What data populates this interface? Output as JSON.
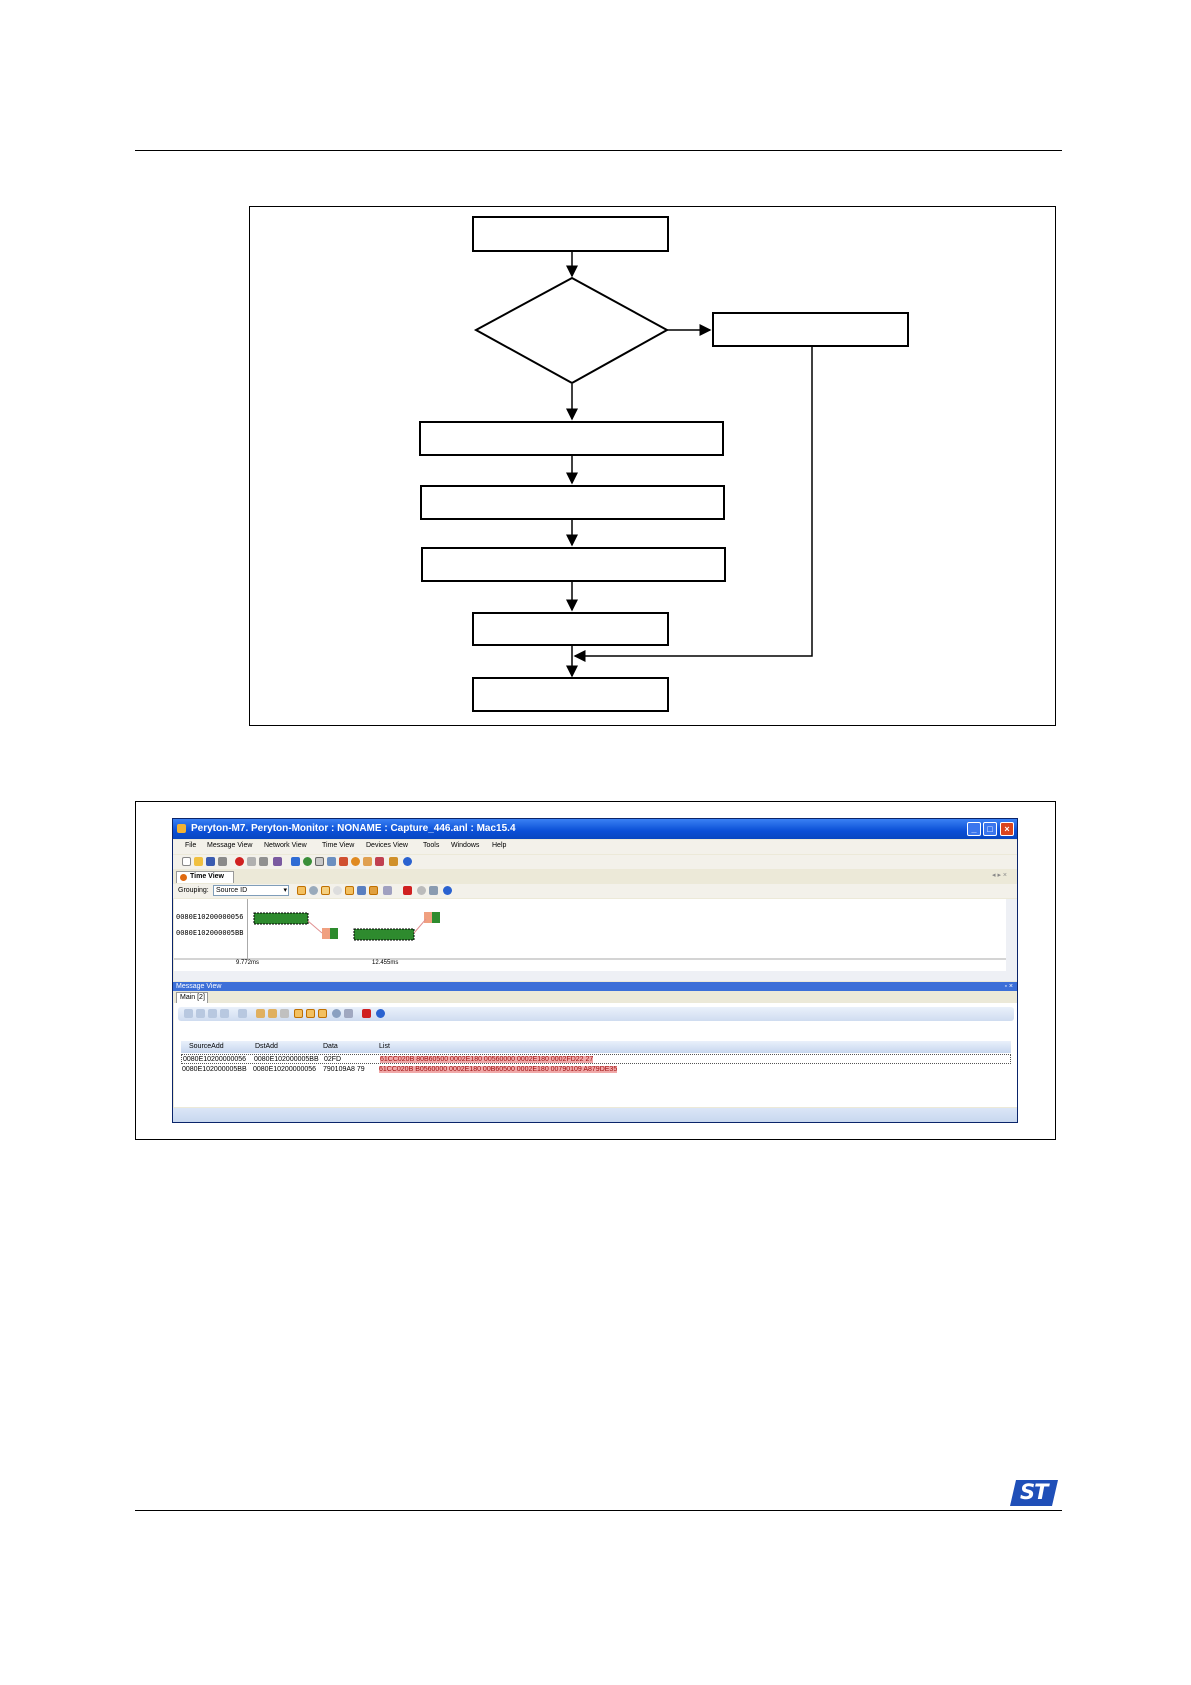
{
  "logo": {
    "text": "ST",
    "color": "#1f4fb8"
  },
  "app": {
    "title": "Peryton-M7. Peryton-Monitor : NONAME : Capture_446.anl :  Mac15.4",
    "menu": [
      "File",
      "Message View",
      "Network View",
      "Time View",
      "Devices View",
      "Tools",
      "Windows",
      "Help"
    ],
    "time_view": {
      "tab": "Time View",
      "grouping_label": "Grouping:",
      "grouping_value": "Source ID",
      "rows": [
        "0080E10200000056",
        "0080E102000005BB"
      ],
      "ticks": [
        "9.772ms",
        "12.455ms"
      ]
    },
    "message_view": {
      "header": "Message View",
      "tab": "Main [2]",
      "columns": [
        "SourceAdd",
        "DstAdd",
        "Data",
        "List"
      ],
      "rows": [
        {
          "source": "0080E10200000056",
          "dst": "0080E102000005BB",
          "data": "02FD",
          "list": "61CC020B 80B60500 0002E180 00560000 0002E180 0002FD22 27"
        },
        {
          "source": "0080E102000005BB",
          "dst": "0080E10200000056",
          "data": "790109A8 79",
          "list": "61CC020B B0560000 0002E180 00B60500 0002E180 00790109 A879DE35"
        }
      ]
    }
  }
}
